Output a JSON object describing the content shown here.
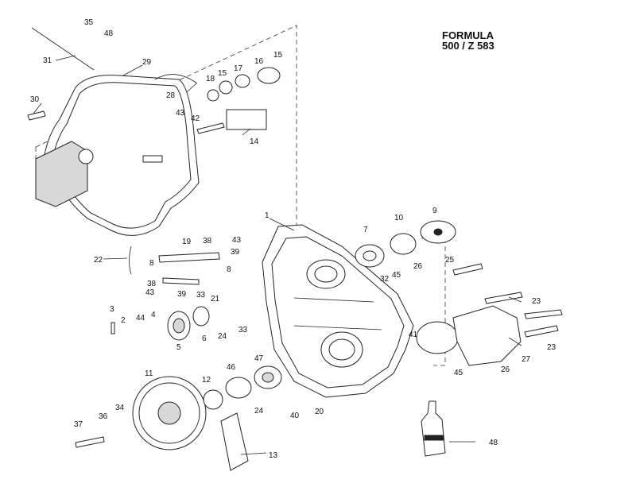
{
  "title": {
    "line1": "FORMULA",
    "line2": "500 / Z 583"
  },
  "callouts": [
    "35",
    "48",
    "31",
    "29",
    "16",
    "15",
    "17",
    "15",
    "18",
    "28",
    "30",
    "43",
    "42",
    "14",
    "1",
    "9",
    "10",
    "7",
    "22",
    "19",
    "38",
    "43",
    "39",
    "8",
    "8",
    "26",
    "25",
    "45",
    "32",
    "38",
    "43",
    "39",
    "33",
    "21",
    "3",
    "2",
    "44",
    "4",
    "5",
    "6",
    "24",
    "33",
    "41",
    "23",
    "23",
    "27",
    "45",
    "26",
    "11",
    "12",
    "46",
    "47",
    "24",
    "40",
    "20",
    "37",
    "36",
    "34",
    "13",
    "48"
  ]
}
